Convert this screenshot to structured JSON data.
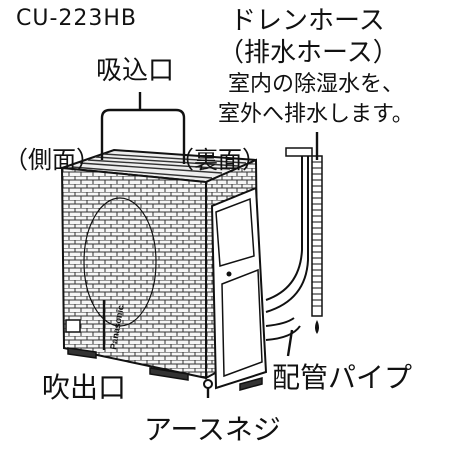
{
  "model": "CU-223HB",
  "labels": {
    "drain_hose": "ドレンホース",
    "drain_hose_alt": "（排水ホース）",
    "drain_note_line1": "室内の除湿水を、",
    "drain_note_line2": "室外へ排水します。",
    "intake": "吸込口",
    "side": "（側面）",
    "back": "（裏面）",
    "outlet": "吹出口",
    "piping": "配管パイプ",
    "ground_screw": "アースネジ"
  },
  "brand_mark": "Panasonic",
  "colors": {
    "ink": "#111111",
    "unit_body": "#f4f4f4",
    "grille_line": "#333333",
    "panel": "#ffffff"
  }
}
